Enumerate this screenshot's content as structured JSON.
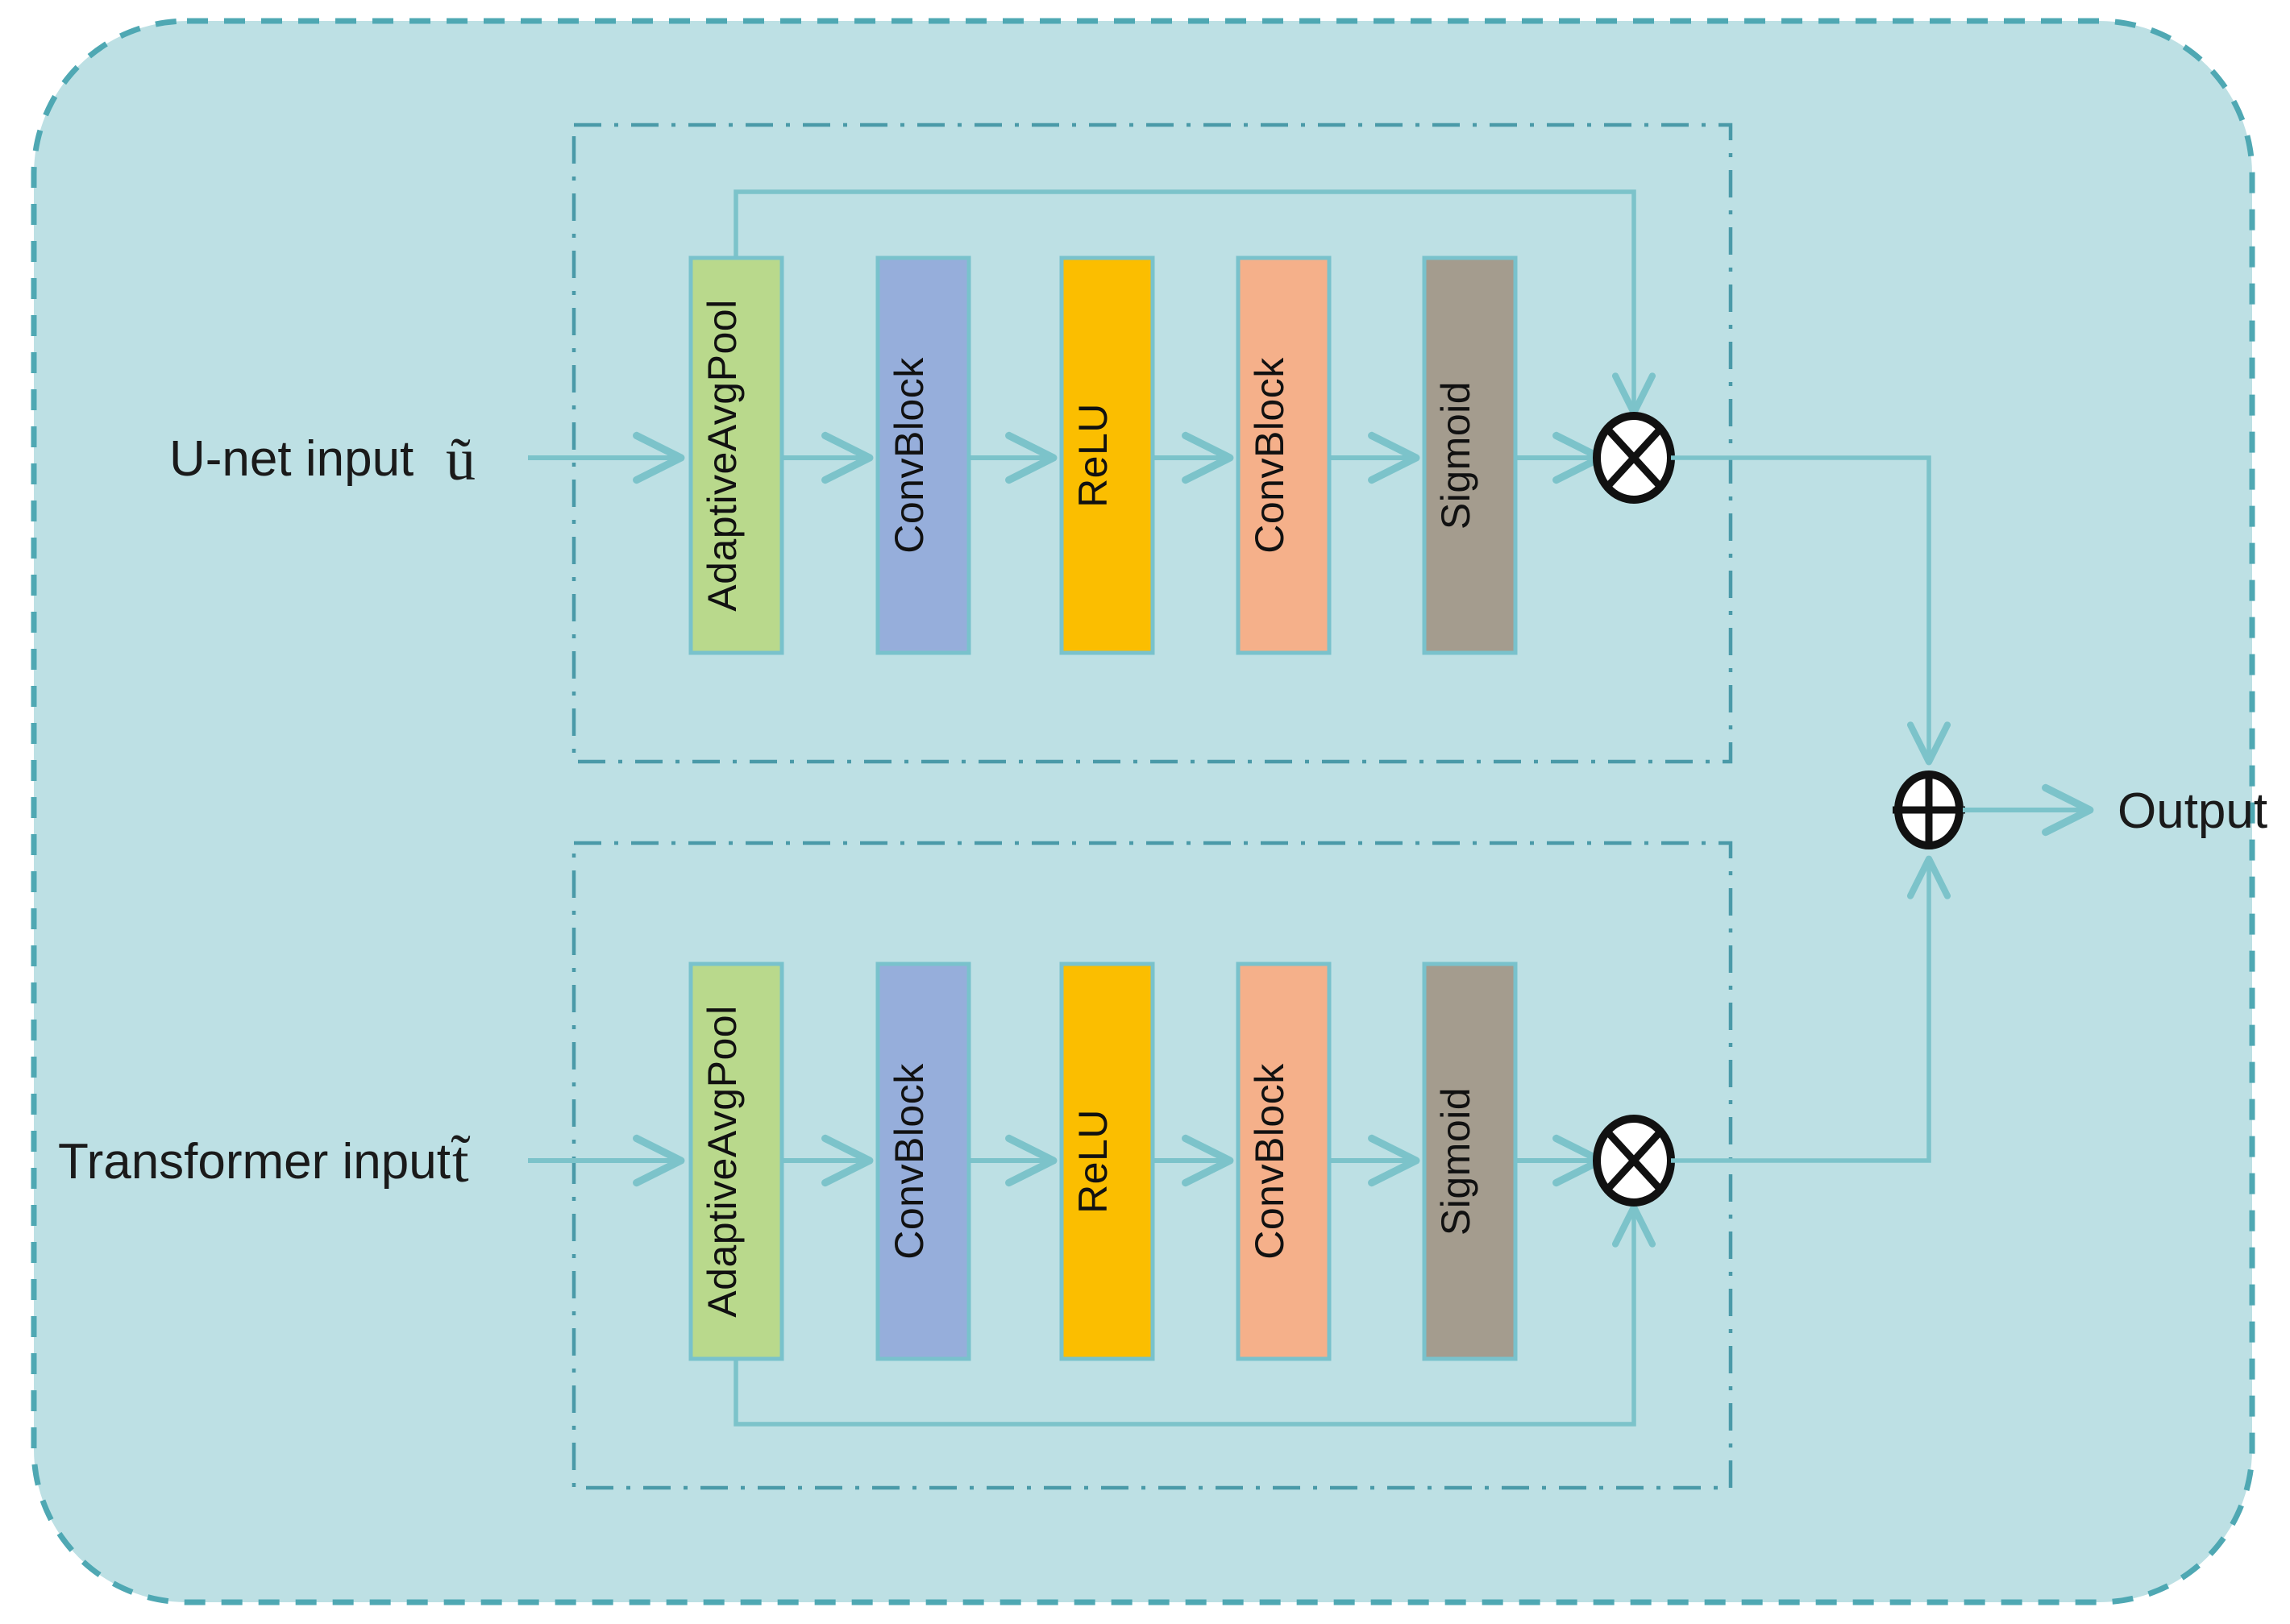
{
  "figure": {
    "kind": "neural-network-architecture-diagram",
    "title_visible": false
  },
  "colors": {
    "canvas": "#ffffff",
    "outer_fill": "#bde0e4",
    "outer_border": "#4fa8b3",
    "group_border": "#4a9aa8",
    "arrow": "#7cc3ca",
    "block_border": "#79c2cc",
    "adaptive_avg_pool": "#b9d98c",
    "conv_block": "#96aedb",
    "relu": "#fbbe00",
    "conv_block_2": "#f5b08a",
    "sigmoid": "#a49c8e",
    "op_fill": "#ffffff",
    "op_stroke": "#111111",
    "text": "#1a1a1a"
  },
  "inputs": [
    {
      "id": "unet-input",
      "label": "U-net input",
      "variable": "ũ",
      "branch": "top"
    },
    {
      "id": "transformer-input",
      "label": "Transformer input",
      "variable": "t̃",
      "branch": "bottom"
    }
  ],
  "output": {
    "id": "output",
    "label": "Output"
  },
  "branches": [
    {
      "id": "top-branch",
      "source": "U-net input",
      "blocks": [
        {
          "id": "top-adaptive-avg-pool",
          "label": "AdaptiveAvgPool",
          "color_key": "adaptive_avg_pool"
        },
        {
          "id": "top-conv-block-1",
          "label": "ConvBlock",
          "color_key": "conv_block"
        },
        {
          "id": "top-relu",
          "label": "ReLU",
          "color_key": "relu"
        },
        {
          "id": "top-conv-block-2",
          "label": "ConvBlock",
          "color_key": "conv_block_2"
        },
        {
          "id": "top-sigmoid",
          "label": "Sigmoid",
          "color_key": "sigmoid"
        }
      ],
      "skip_connection": {
        "from": "top-adaptive-avg-pool",
        "to": "top-multiply-op",
        "route": "over-the-top"
      },
      "operator": {
        "id": "top-multiply-op",
        "symbol": "⊗",
        "name": "element-wise-multiply"
      }
    },
    {
      "id": "bottom-branch",
      "source": "Transformer input",
      "blocks": [
        {
          "id": "bottom-adaptive-avg-pool",
          "label": "AdaptiveAvgPool",
          "color_key": "adaptive_avg_pool"
        },
        {
          "id": "bottom-conv-block-1",
          "label": "ConvBlock",
          "color_key": "conv_block"
        },
        {
          "id": "bottom-relu",
          "label": "ReLU",
          "color_key": "relu"
        },
        {
          "id": "bottom-conv-block-2",
          "label": "ConvBlock",
          "color_key": "conv_block_2"
        },
        {
          "id": "bottom-sigmoid",
          "label": "Sigmoid",
          "color_key": "sigmoid"
        }
      ],
      "skip_connection": {
        "from": "bottom-adaptive-avg-pool",
        "to": "bottom-multiply-op",
        "route": "under-the-bottom"
      },
      "operator": {
        "id": "bottom-multiply-op",
        "symbol": "⊗",
        "name": "element-wise-multiply"
      }
    }
  ],
  "merge": {
    "id": "add-op",
    "symbol": "⊕",
    "name": "element-wise-addition",
    "inputs": [
      "top-multiply-op",
      "bottom-multiply-op"
    ],
    "output": "Output"
  }
}
